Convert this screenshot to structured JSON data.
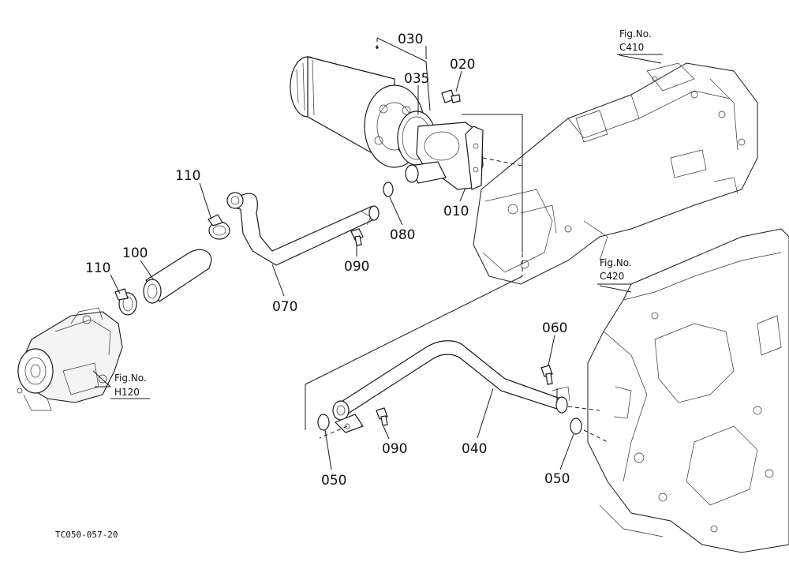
{
  "parts": [
    {
      "key": "p030",
      "label": "030"
    },
    {
      "key": "p035",
      "label": "035"
    },
    {
      "key": "p020",
      "label": "020"
    },
    {
      "key": "p010",
      "label": "010"
    },
    {
      "key": "p080",
      "label": "080"
    },
    {
      "key": "p090a",
      "label": "090"
    },
    {
      "key": "p070",
      "label": "070"
    },
    {
      "key": "p110a",
      "label": "110"
    },
    {
      "key": "p110b",
      "label": "110"
    },
    {
      "key": "p100",
      "label": "100"
    },
    {
      "key": "p060",
      "label": "060"
    },
    {
      "key": "p090b",
      "label": "090"
    },
    {
      "key": "p040",
      "label": "040"
    },
    {
      "key": "p050a",
      "label": "050"
    },
    {
      "key": "p050b",
      "label": "050"
    }
  ],
  "figure_refs": {
    "c410": {
      "line1": "Fig.No.",
      "line2": "C410"
    },
    "c420": {
      "line1": "Fig.No.",
      "line2": "C420"
    },
    "h120": {
      "line1": "Fig.No.",
      "line2": "H120"
    }
  },
  "drawing_code": "TC050-057-20"
}
